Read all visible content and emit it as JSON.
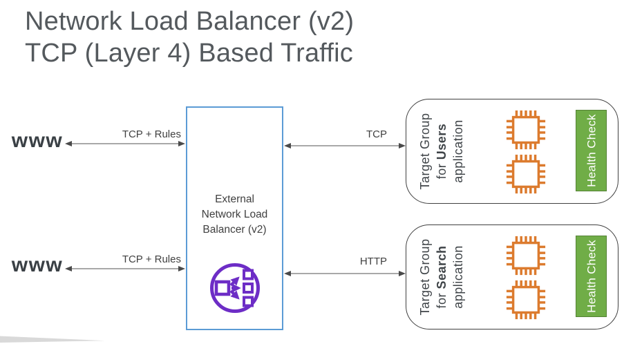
{
  "title": {
    "line1": "Network Load Balancer (v2)",
    "line2": "TCP (Layer 4) Based Traffic"
  },
  "clients": [
    {
      "label": "www",
      "arrow_label": "TCP + Rules"
    },
    {
      "label": "www",
      "arrow_label": "TCP + Rules"
    }
  ],
  "load_balancer": {
    "name_line1": "External",
    "name_line2": "Network Load",
    "name_line3": "Balancer (v2)",
    "icon": "elastic-load-balancer-icon"
  },
  "connections": [
    {
      "label": "TCP"
    },
    {
      "label": "HTTP"
    }
  ],
  "target_groups": [
    {
      "label_line1": "Target Group",
      "label_line2_prefix": "for ",
      "label_line2_app": "Users",
      "label_line3": "application",
      "health_check_label": "Health Check",
      "instance_icon": "cpu-chip-icon",
      "instance_count": 2
    },
    {
      "label_line1": "Target Group",
      "label_line2_prefix": "for ",
      "label_line2_app": "Search",
      "label_line3": "application",
      "health_check_label": "Health Check",
      "instance_icon": "cpu-chip-icon",
      "instance_count": 2
    }
  ],
  "colors": {
    "title_text": "#54595d",
    "body_text": "#404040",
    "lb_box_border": "#5B9BD5",
    "lb_icon_purple": "#6D2DC6",
    "chip_orange": "#DC7B2E",
    "health_check_green": "#70AD47",
    "health_check_border": "#548235",
    "target_group_border": "#3f3f3f",
    "arrow_line_gray": "#8c8c8c",
    "arrowhead_gray": "#4a4a4a"
  }
}
